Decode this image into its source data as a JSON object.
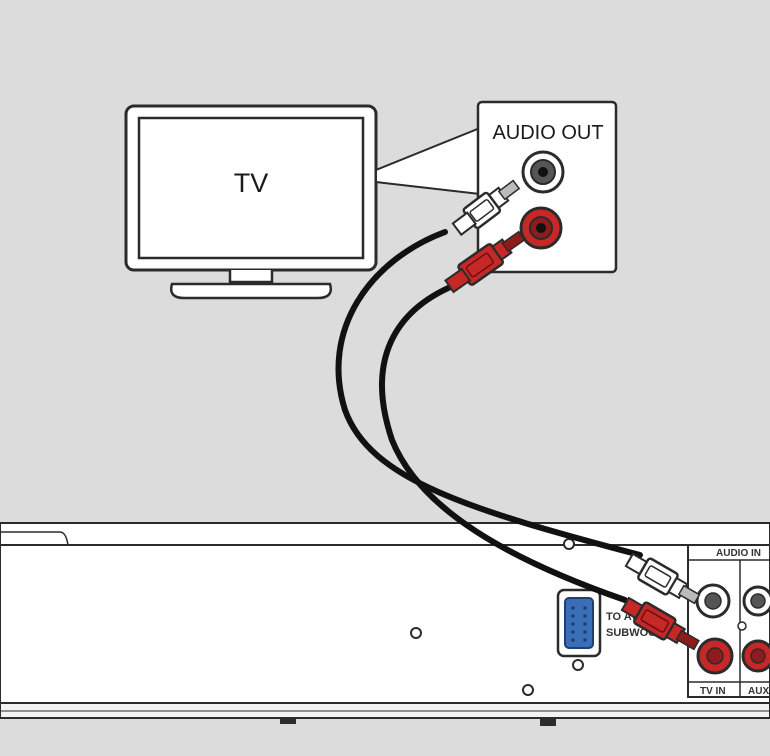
{
  "tv": {
    "label": "TV"
  },
  "tv_panel": {
    "title": "AUDIO OUT"
  },
  "device": {
    "connector_label_line1": "TO AV",
    "connector_label_line2": "SUBWOOF",
    "audio_in_label": "AUDIO IN",
    "tv_in_label": "TV IN",
    "aux_label": "AUX"
  },
  "colors": {
    "background": "#dcdcdc",
    "white": "#ffffff",
    "outline": "#2b2b2b",
    "cable": "#111111",
    "red": "#c62828",
    "blue": "#3a6fb7"
  }
}
